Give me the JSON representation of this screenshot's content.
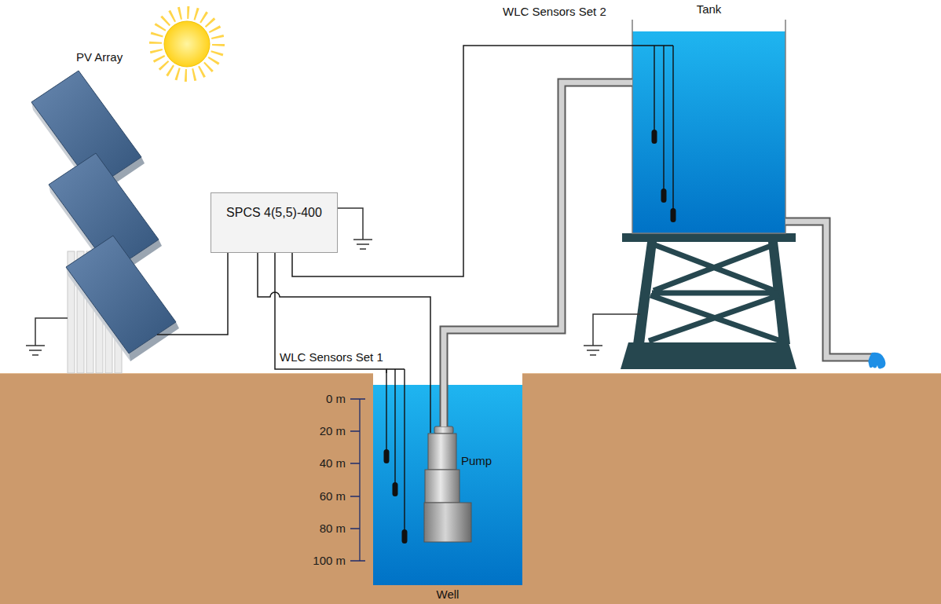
{
  "diagram": {
    "nodes": [
      {
        "text": [
          "PV Array"
        ]
      },
      {
        "text": [
          "SPCS 4(5,5)-400"
        ]
      },
      {
        "text": [
          "Tank"
        ]
      },
      {
        "text": [
          "Well"
        ]
      },
      {
        "text": [
          "Pump"
        ],
        "in": 3
      }
    ],
    "edges": [
      {
        "from": 0,
        "to": 1,
        "arrow": "none"
      },
      {
        "from": 1,
        "to": 4,
        "arrow": "none"
      },
      {
        "from": 1,
        "to": 2,
        "label": "WLC Sensors Set 2",
        "arrow": "none"
      },
      {
        "from": 1,
        "to": 3,
        "label": "WLC Sensors Set 1",
        "arrow": "none"
      },
      {
        "from": 4,
        "to": 2,
        "arrow": "none"
      }
    ],
    "labels": [
      "0 m",
      "20 m",
      "40 m",
      "60 m",
      "80 m",
      "100 m"
    ]
  }
}
